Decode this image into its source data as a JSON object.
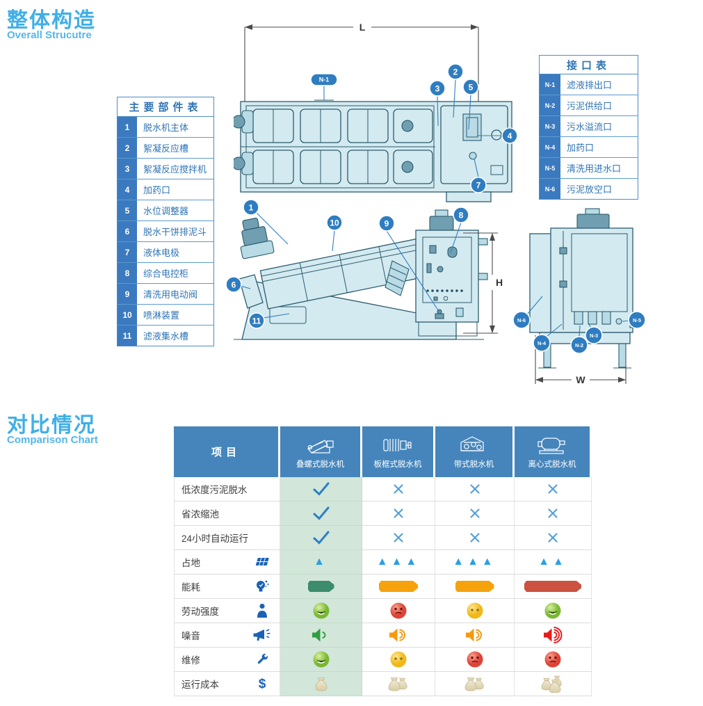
{
  "sections": {
    "overall": {
      "title_zh": "整体构造",
      "title_en": "Overall Strucutre"
    },
    "comparison": {
      "title_zh": "对比情况",
      "title_en": "Comparison Chart"
    }
  },
  "parts_table": {
    "title": "主要部件表",
    "rows": [
      {
        "no": "1",
        "label": "脱水机主体"
      },
      {
        "no": "2",
        "label": "絮凝反应槽"
      },
      {
        "no": "3",
        "label": "絮凝反应搅拌机"
      },
      {
        "no": "4",
        "label": "加药口"
      },
      {
        "no": "5",
        "label": "水位调整器"
      },
      {
        "no": "6",
        "label": "脱水干饼排泥斗"
      },
      {
        "no": "7",
        "label": "液体电极"
      },
      {
        "no": "8",
        "label": "综合电控柜"
      },
      {
        "no": "9",
        "label": "清洗用电动阀"
      },
      {
        "no": "10",
        "label": "喷淋装置"
      },
      {
        "no": "11",
        "label": "滤液集水槽"
      }
    ]
  },
  "ports_table": {
    "title": "接口表",
    "rows": [
      {
        "no": "N-1",
        "label": "滤液排出口"
      },
      {
        "no": "N-2",
        "label": "污泥供给口"
      },
      {
        "no": "N-3",
        "label": "污水溢流口"
      },
      {
        "no": "N-4",
        "label": "加药口"
      },
      {
        "no": "N-5",
        "label": "清洗用进水口"
      },
      {
        "no": "N-6",
        "label": "污泥放空口"
      }
    ]
  },
  "diagrams": {
    "top_view": {
      "dimension": "L",
      "port_badge": "N-1",
      "callouts": [
        "2",
        "3",
        "5",
        "4",
        "7"
      ]
    },
    "side_view": {
      "dimension": "H",
      "callouts": [
        "1",
        "10",
        "9",
        "8",
        "6",
        "11"
      ]
    },
    "end_view": {
      "dimension": "W",
      "callouts": [
        "N-6",
        "N-4",
        "N-2",
        "N-3",
        "N-5"
      ]
    }
  },
  "comparison_table": {
    "type": "table",
    "item_header": "项目",
    "machines": [
      "叠螺式脱水机",
      "板框式脱水机",
      "带式脱水机",
      "离心式脱水机"
    ],
    "rows": [
      {
        "label": "低浓度污泥脱水",
        "icon": "",
        "cells": [
          "check",
          "cross",
          "cross",
          "cross"
        ]
      },
      {
        "label": "省浓缩池",
        "icon": "",
        "cells": [
          "check",
          "cross",
          "cross",
          "cross"
        ]
      },
      {
        "label": "24小时自动运行",
        "icon": "",
        "cells": [
          "check",
          "cross",
          "cross",
          "cross"
        ]
      },
      {
        "label": "占地",
        "icon": "panel-icon",
        "cells": [
          "tri:1",
          "tri:3",
          "tri:3",
          "tri:2"
        ]
      },
      {
        "label": "能耗",
        "icon": "bulb-icon",
        "cells": [
          "bar:green",
          "bar:orange",
          "bar:orange",
          "bar:red"
        ]
      },
      {
        "label": "劳动强度",
        "icon": "person-icon",
        "cells": [
          "face:happy",
          "face:sad",
          "face:neutral",
          "face:happy"
        ]
      },
      {
        "label": "噪音",
        "icon": "megaphone-icon",
        "cells": [
          "spk:green",
          "spk:orange",
          "spk:orange",
          "spk:red"
        ]
      },
      {
        "label": "维修",
        "icon": "wrench-icon",
        "cells": [
          "face:happy",
          "face:neutral",
          "face:sad",
          "face:sad"
        ]
      },
      {
        "label": "运行成本",
        "icon": "dollar-icon",
        "cells": [
          "money:1",
          "money:2",
          "money:2",
          "money:3"
        ]
      }
    ]
  },
  "colors": {
    "accent_blue": "#3fafe8",
    "header_blue": "#4585bc",
    "badge_blue": "#2f7dc0",
    "green_column": "#d2e6d9",
    "check": "#2a80c4",
    "cross": "#57a0d8",
    "triangle": "#29a0e5",
    "bar_green": "#3c8c6d",
    "bar_orange": "#f5a20c",
    "bar_red": "#cb5140",
    "row_icon_blue": "#1b62b5",
    "speaker_green": "#2f9e41",
    "speaker_orange": "#f59a0d",
    "speaker_red": "#e51c1c",
    "diagram_fill": "#d3eaf0",
    "diagram_stroke": "#2b5b6e"
  }
}
